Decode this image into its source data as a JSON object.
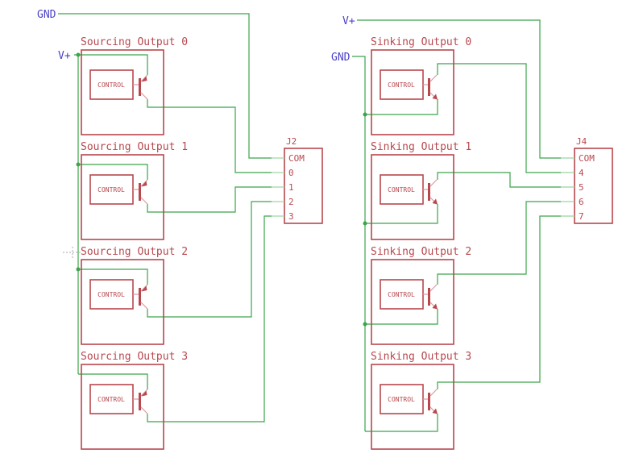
{
  "power_labels": {
    "gnd_left": "GND",
    "vplus_left": "V+",
    "vplus_right": "V+",
    "gnd_right": "GND"
  },
  "sourcing_blocks": [
    {
      "title": "Sourcing Output 0",
      "control": "CONTROL"
    },
    {
      "title": "Sourcing Output 1",
      "control": "CONTROL"
    },
    {
      "title": "Sourcing Output 2",
      "control": "CONTROL"
    },
    {
      "title": "Sourcing Output 3",
      "control": "CONTROL"
    }
  ],
  "sinking_blocks": [
    {
      "title": "Sinking Output 0",
      "control": "CONTROL"
    },
    {
      "title": "Sinking Output 1",
      "control": "CONTROL"
    },
    {
      "title": "Sinking Output 2",
      "control": "CONTROL"
    },
    {
      "title": "Sinking Output 3",
      "control": "CONTROL"
    }
  ],
  "connectors": {
    "j2": {
      "ref": "J2",
      "pins": [
        "COM",
        "0",
        "1",
        "2",
        "3"
      ]
    },
    "j4": {
      "ref": "J4",
      "pins": [
        "COM",
        "4",
        "5",
        "6",
        "7"
      ]
    }
  },
  "colors": {
    "symbol_red": "#b8484e",
    "lead_pale_red": "#dc9aa0",
    "wire_green": "#3aa54a",
    "pin_pale_green": "#9ad4a0",
    "net_label_blue": "#4b42c8",
    "background": "#ffffff"
  }
}
